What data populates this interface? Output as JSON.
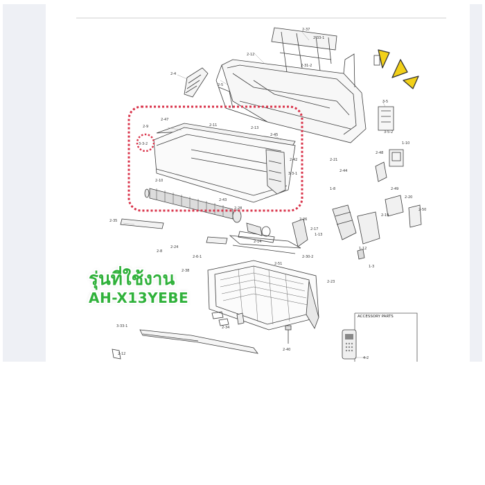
{
  "caption": {
    "line1": "รุ่นที่ใช้งาน",
    "line2": "AH-X13YEBE"
  },
  "accessory_title": "ACCESSORY PARTS",
  "colors": {
    "highlight_dashes": "#d9334a",
    "caption_green": "#2fb13a",
    "pointer_yellow": "#f2d018",
    "line_art": "#3a3a3a"
  },
  "part_labels": {
    "p2_37": "2-37",
    "p2_33_1_top": "2-33-1",
    "p2_12_top": "2-12",
    "p2_31_2": "2-31-2",
    "p2_4": "2-4",
    "p2_5": "2-5",
    "p2_47": "2-47",
    "p2_11": "2-11",
    "p2_13": "2-13",
    "p2_10": "2-10",
    "p3_3_2": "3-3-2",
    "p2_45": "2-45",
    "p2_43": "2-43",
    "p2_42": "2-42",
    "p3_3_1": "3-3-1",
    "p2_9": "2-9",
    "p2_21": "2-21",
    "p2_28": "2-28",
    "p2_44": "2-44",
    "p1_8": "1-8",
    "p2_48": "2-48",
    "p3_5": "3-5",
    "p3_5_2": "3-5-2",
    "p1_10": "1-10",
    "p2_49": "2-49",
    "p2_20": "2-20",
    "p2_50": "2-50",
    "p2_19": "2-19",
    "p2_17": "2-17",
    "p2_26": "2-26",
    "p1_13": "1-13",
    "p1_12": "1-12",
    "p1_3": "1-3",
    "p2_14": "2-14",
    "p2_24": "2-24",
    "p2_6_1": "2-6-1",
    "p2_38": "2-38",
    "p2_30_2": "2-30-2",
    "p2_35": "2-35",
    "p2_51": "2-51",
    "p2_34": "2-34",
    "p2_23": "2-23",
    "p2_40": "2-40",
    "p3_33_1": "3-33-1",
    "p2_12_bottom": "2-12",
    "p4_2": "4-2",
    "p2_8": "2-8"
  }
}
